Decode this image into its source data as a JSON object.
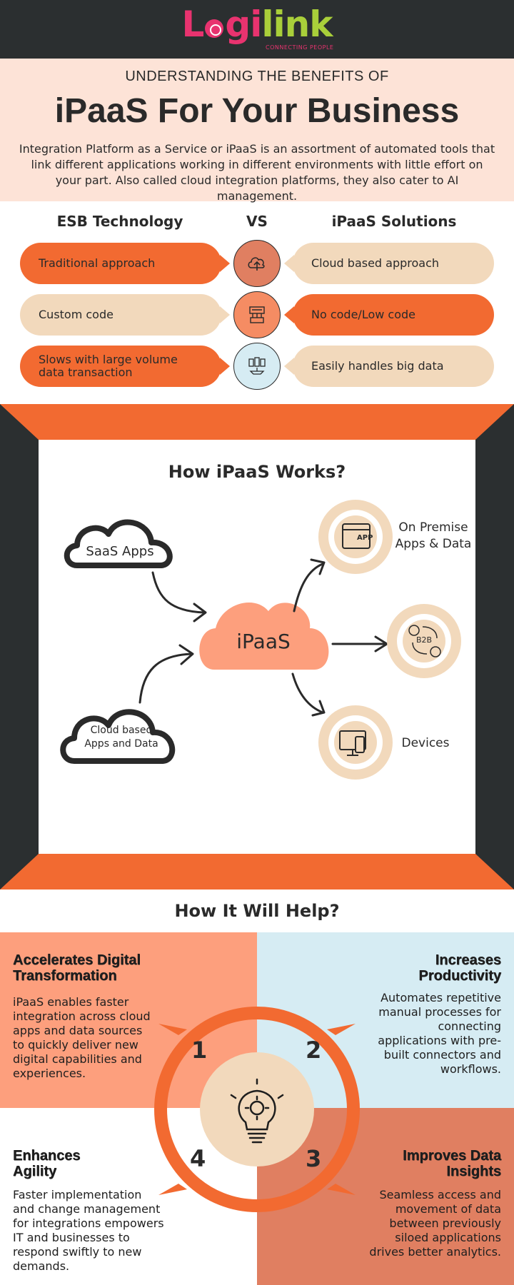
{
  "header": {
    "logo_part1": "L",
    "logo_part2": "gi",
    "logo_part3": "link",
    "tagline": "CONNECTING PEOPLE"
  },
  "intro": {
    "kicker": "UNDERSTANDING THE BENEFITS OF",
    "title": "iPaaS For Your Business",
    "description": "Integration Platform as a Service or iPaaS is an assortment of automated tools that link different applications working in different environments with little effort on your part. Also called cloud integration platforms, they also cater to AI management."
  },
  "comparison": {
    "left_header": "ESB Technology",
    "vs_label": "VS",
    "right_header": "iPaaS Solutions",
    "rows": [
      {
        "left": "Traditional approach",
        "right": "Cloud based approach",
        "icon": "cloud-upload-icon"
      },
      {
        "left": "Custom code",
        "right": "No code/Low code",
        "icon": "code-board-icon"
      },
      {
        "left": "Slows with large volume data transaction",
        "right": "Easily handles big data",
        "icon": "database-icon"
      }
    ]
  },
  "works": {
    "title": "How iPaaS Works?",
    "saas": "SaaS Apps",
    "cloud_apps": "Cloud based Apps and Data",
    "center": "iPaaS",
    "on_premise": "On Premise Apps & Data",
    "app_badge": "APP",
    "b2b_badge": "B2B",
    "devices": "Devices"
  },
  "help": {
    "title": "How It Will Help?",
    "items": [
      {
        "number": "1",
        "title": "Accelerates Digital Transformation",
        "text": "iPaaS enables faster integration across cloud apps and data sources to quickly deliver new digital capabilities and experiences."
      },
      {
        "number": "2",
        "title": "Increases Productivity",
        "text": "Automates repetitive manual processes for connecting applications with pre-built connectors and workflows."
      },
      {
        "number": "3",
        "title": "Improves Data Insights",
        "text": "Seamless access and movement of data between previously siloed applications drives better analytics."
      },
      {
        "number": "4",
        "title": "Enhances Agility",
        "text": "Faster implementation and change management for integrations empowers IT and businesses to respond swiftly to new demands."
      }
    ]
  },
  "colors": {
    "dark": "#2b2f30",
    "orange": "#f26a31",
    "peach": "#fde3d7",
    "beige": "#f2d9bc",
    "salmon": "#fd9f7d",
    "light_blue": "#d6ecf3",
    "terracotta": "#e07f61"
  }
}
